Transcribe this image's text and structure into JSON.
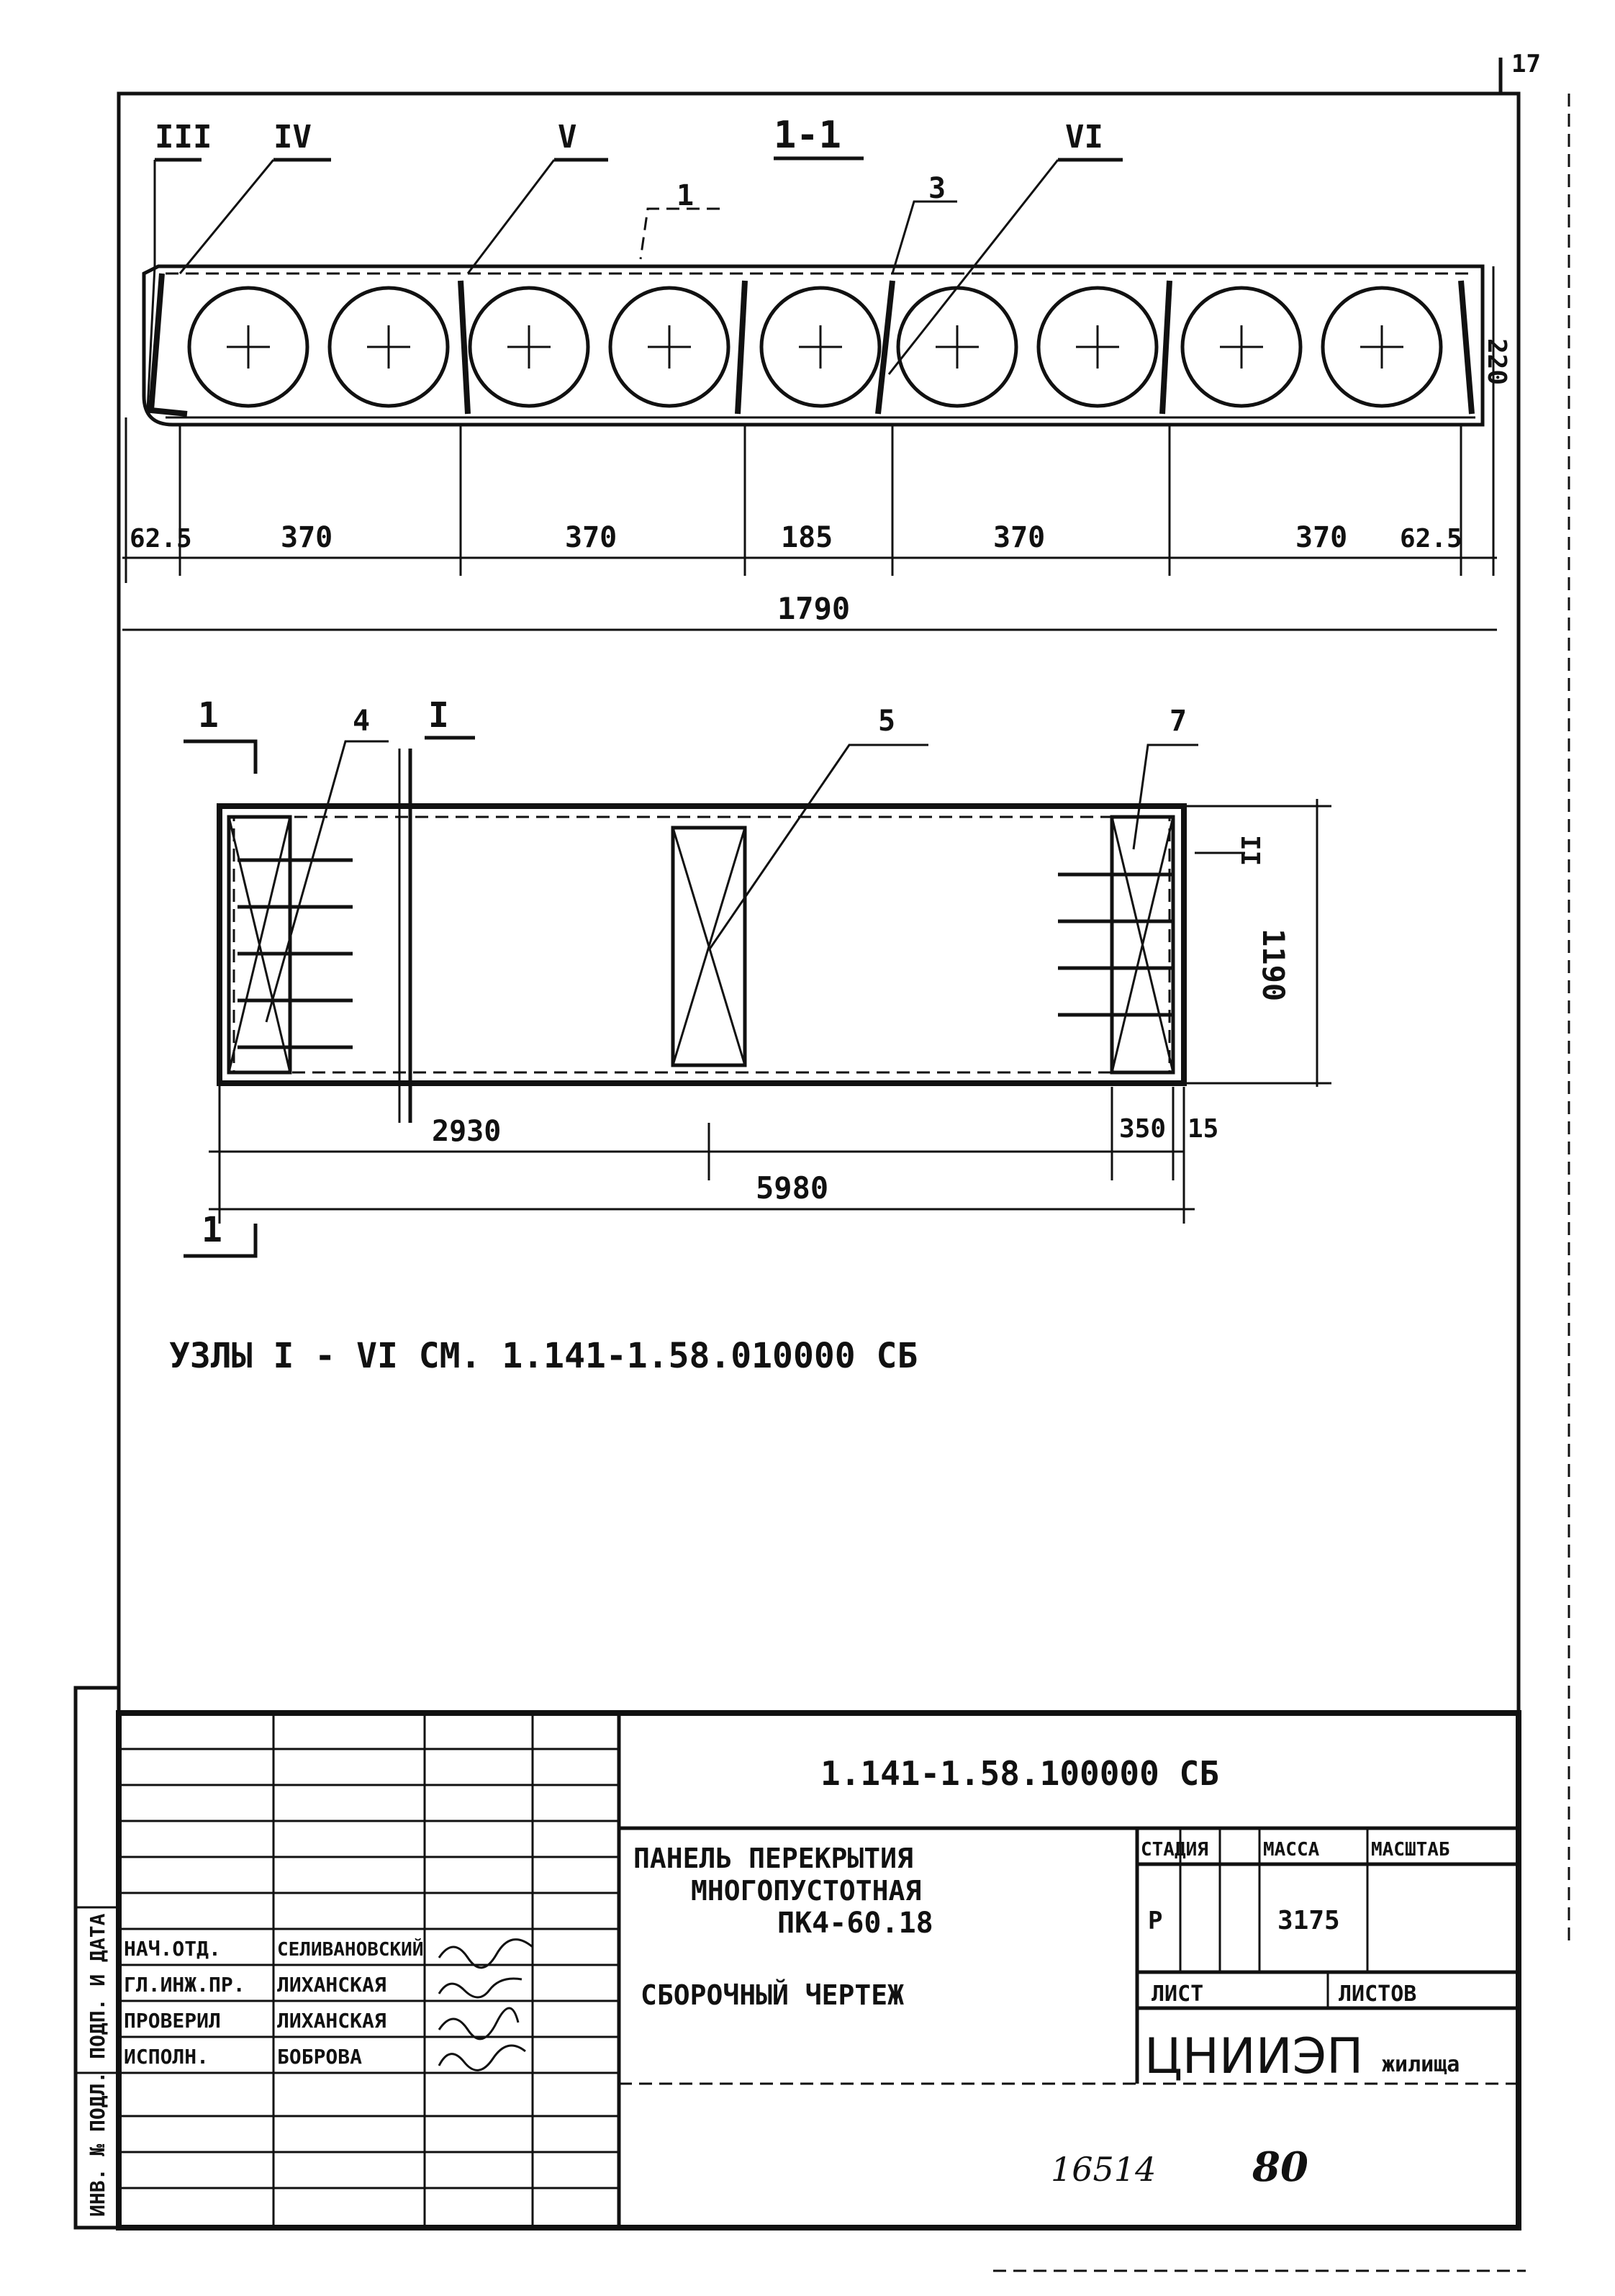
{
  "sheet": {
    "corner_number": "17",
    "bottom_note_1": "16514",
    "bottom_note_2": "80"
  },
  "section": {
    "title": "1-1",
    "node_labels": [
      "III",
      "IV",
      "V",
      "VI"
    ],
    "callouts": [
      "1",
      "3"
    ],
    "height_label": "220",
    "dims": [
      "62.5",
      "370",
      "370",
      "185",
      "370",
      "370",
      "62.5"
    ],
    "total_width": "1790"
  },
  "plan": {
    "section_mark": "1",
    "node_mark": "I",
    "node_mark_2": "II",
    "callouts": [
      "4",
      "5",
      "7"
    ],
    "width_dim": "1190",
    "dim_2930": "2930",
    "dim_350": "350",
    "dim_15": "15",
    "total_length": "5980"
  },
  "note": "УЗЛЫ I - VI  СМ. 1.141-1.58.010000  СБ",
  "title_block": {
    "doc_code": "1.141-1.58.100000 СБ",
    "name_line1": "ПАНЕЛЬ ПЕРЕКРЫТИЯ",
    "name_line2": "МНОГОПУСТОТНАЯ",
    "name_line3": "ПК4-60.18",
    "drawing_type": "СБОРОЧНЫЙ ЧЕРТЕЖ",
    "headers": {
      "stage": "СТАДИЯ",
      "mass": "МАССА",
      "scale": "МАСШТАБ",
      "sheet": "ЛИСТ",
      "sheets": "ЛИСТОВ"
    },
    "stage_value": "Р",
    "mass_value": "3175",
    "org_main": "ЦНИИЭП",
    "org_sub": "жилища",
    "rows": [
      {
        "role": "НАЧ.ОТД.",
        "name": "СЕЛИВАНОВСКИЙ"
      },
      {
        "role": "ГЛ.ИНЖ.ПР.",
        "name": "ЛИХАНСКАЯ"
      },
      {
        "role": "ПРОВЕРИЛ",
        "name": "ЛИХАНСКАЯ"
      },
      {
        "role": "ИСПОЛН.",
        "name": "БОБРОВА"
      }
    ],
    "side_label": "ИНВ. № ПОДЛ.   ПОДП. И ДАТА"
  }
}
